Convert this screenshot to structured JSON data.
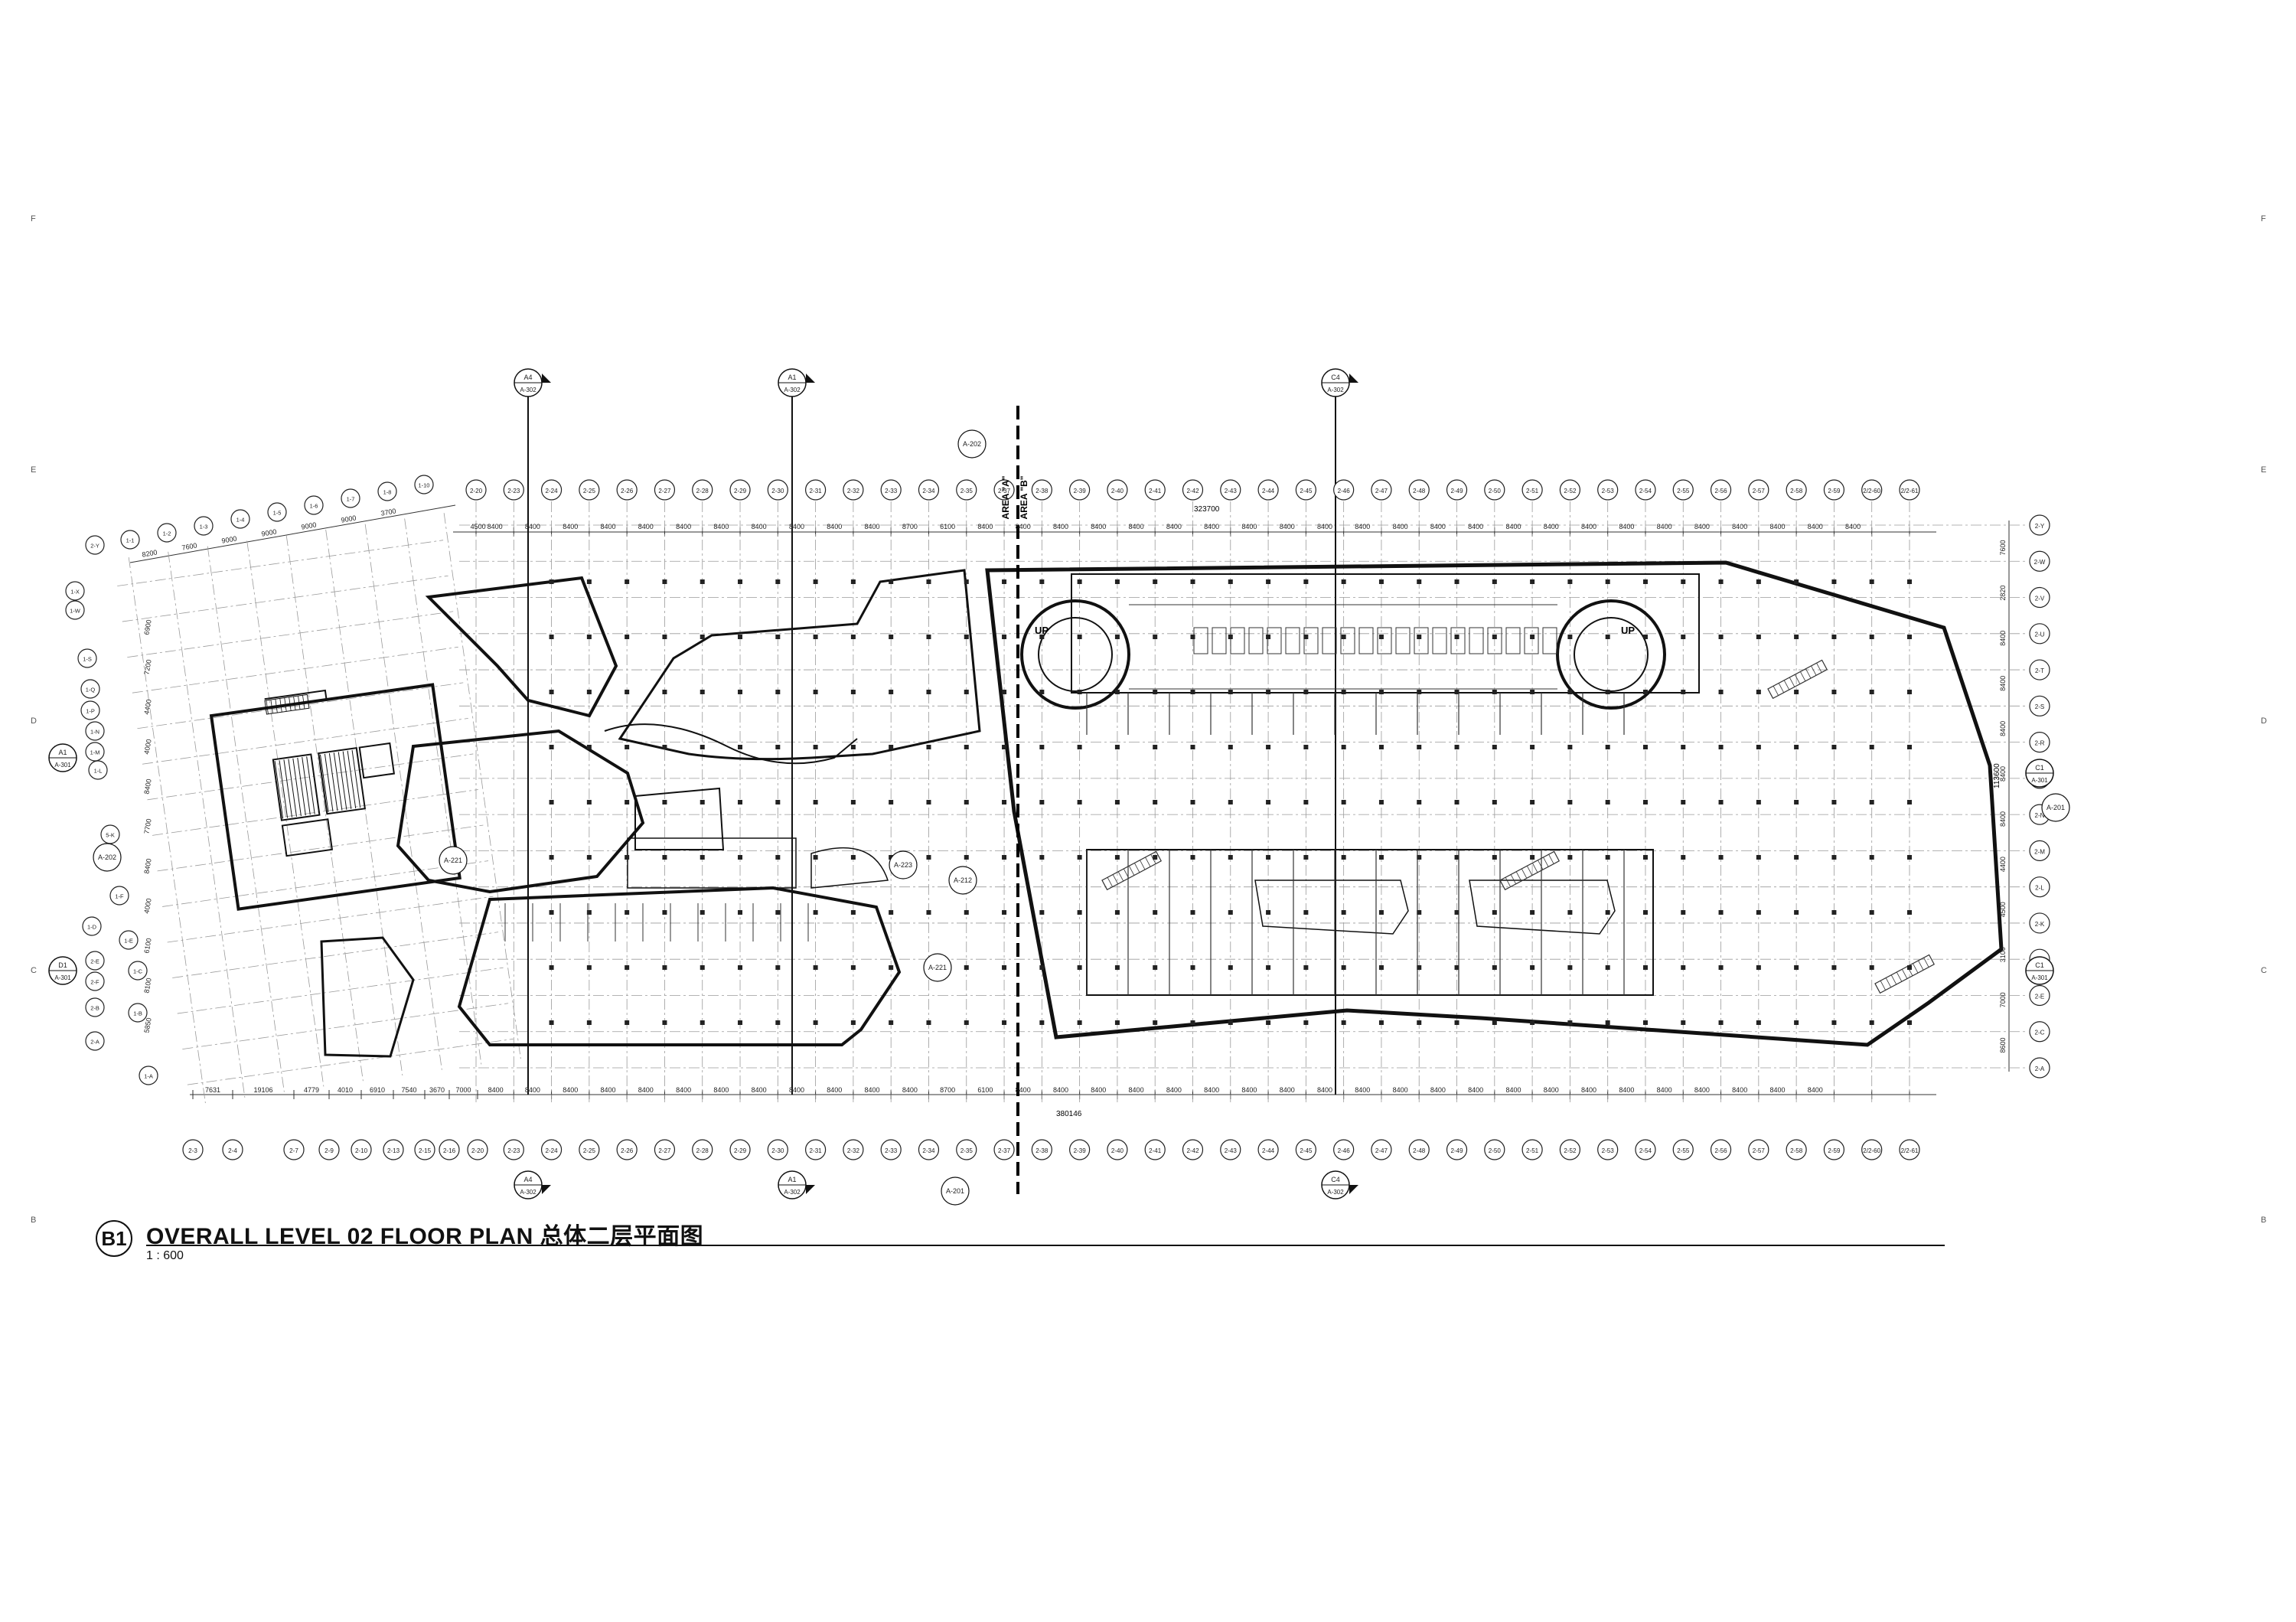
{
  "sheet": {
    "title": "OVERALL LEVEL 02 FLOOR PLAN 总体二层平面图",
    "view_id": "B1",
    "scale": "1 : 600",
    "border_marks": [
      "F",
      "E",
      "D",
      "C",
      "B"
    ]
  },
  "areas": {
    "a": "AREA \"A\"",
    "b": "AREA \"B\""
  },
  "labels": {
    "up": "UP",
    "total_width_top": "323700",
    "total_width_bottom": "380146",
    "total_height": "113600"
  },
  "grid": {
    "top_columns": [
      "2-20",
      "2-23",
      "2-24",
      "2-25",
      "2-26",
      "2-27",
      "2-28",
      "2-29",
      "2-30",
      "2-31",
      "2-32",
      "2-33",
      "2-34",
      "2-35",
      "2-37",
      "2-38",
      "2-39",
      "2-40",
      "2-41",
      "2-42",
      "2-43",
      "2-44",
      "2-45",
      "2-46",
      "2-47",
      "2-48",
      "2-49",
      "2-50",
      "2-51",
      "2-52",
      "2-53",
      "2-54",
      "2-55",
      "2-56",
      "2-57",
      "2-58",
      "2-59",
      "2/2-60",
      "2/2-61"
    ],
    "bottom_columns": [
      "2-3",
      "2-4",
      "2-7",
      "2-9",
      "2-10",
      "2-13",
      "2-15",
      "2-16",
      "2-20",
      "2-23",
      "2-24",
      "2-25",
      "2-26",
      "2-27",
      "2-28",
      "2-29",
      "2-30",
      "2-31",
      "2-32",
      "2-33",
      "2-34",
      "2-35",
      "2-37",
      "2-38",
      "2-39",
      "2-40",
      "2-41",
      "2-42",
      "2-43",
      "2-44",
      "2-45",
      "2-46",
      "2-47",
      "2-48",
      "2-49",
      "2-50",
      "2-51",
      "2-52",
      "2-53",
      "2-54",
      "2-55",
      "2-56",
      "2-57",
      "2-58",
      "2-59",
      "2/2-60",
      "2/2-61"
    ],
    "diag_columns": [
      "1-1",
      "1-2",
      "1-3",
      "1-4",
      "1-5",
      "1-6",
      "1-7",
      "1-8",
      "1-10"
    ],
    "left_rows": [
      "2-Y",
      "1-X",
      "1-W",
      "1-S",
      "1-Q",
      "1-P",
      "1-N",
      "1-M",
      "1-L",
      "5-K",
      "2-G",
      "1-F",
      "1-E",
      "2-E",
      "2-F",
      "2-B",
      "2-A",
      "1-D",
      "1-C",
      "1-B",
      "1-A"
    ],
    "right_rows": [
      "2-Y",
      "2-W",
      "2-V",
      "2-U",
      "2-T",
      "2-S",
      "2-R",
      "2-P",
      "2-N",
      "2-M",
      "2-L",
      "2-K",
      "2-J",
      "2-E",
      "2-C",
      "2-A"
    ],
    "top_dims": [
      "4500",
      "8400",
      "8400",
      "8400",
      "8400",
      "8400",
      "8400",
      "8400",
      "8400",
      "8400",
      "8400",
      "8400",
      "8700",
      "6100",
      "8400",
      "8400",
      "8400",
      "8400",
      "8400",
      "8400",
      "8400",
      "8400",
      "8400",
      "8400",
      "8400",
      "8400",
      "8400",
      "8400",
      "8400",
      "8400",
      "8400",
      "8400",
      "8400",
      "8400",
      "8400",
      "8400",
      "8400",
      "8400"
    ],
    "bottom_dims": [
      "7631",
      "19106",
      "4779",
      "4010",
      "6910",
      "7540",
      "3670",
      "7000",
      "8400",
      "8400",
      "8400",
      "8400",
      "8400",
      "8400",
      "8400",
      "8400",
      "8400",
      "8400",
      "8400",
      "8400",
      "8700",
      "6100",
      "8400",
      "8400",
      "8400",
      "8400",
      "8400",
      "8400",
      "8400",
      "8400",
      "8400",
      "8400",
      "8400",
      "8400",
      "8400",
      "8400",
      "8400",
      "8400",
      "8400",
      "8400",
      "8400",
      "8400",
      "8400",
      "8400"
    ],
    "diag_dims": [
      "8200",
      "7600",
      "9000",
      "9000",
      "9000",
      "9000",
      "3700"
    ],
    "right_dims": [
      "7600",
      "2820",
      "8400",
      "8400",
      "8400",
      "8400",
      "8400",
      "4400",
      "4500",
      "3100",
      "7000",
      "8600"
    ],
    "left_dims": [
      "6900",
      "7200",
      "4400",
      "4000",
      "8400",
      "7700",
      "8400",
      "4000",
      "6100",
      "8100",
      "5850"
    ]
  },
  "section_markers": [
    {
      "id": "A4",
      "sheet": "A-302"
    },
    {
      "id": "A1",
      "sheet": "A-302"
    },
    {
      "id": "C4",
      "sheet": "A-302"
    },
    {
      "id": "A4",
      "sheet": "A-302"
    },
    {
      "id": "A1",
      "sheet": "A-302"
    },
    {
      "id": "C4",
      "sheet": "A-302"
    }
  ],
  "side_markers": [
    {
      "id": "A1",
      "sheet": "A-301"
    },
    {
      "id": "D1",
      "sheet": "A-301"
    },
    {
      "id": "C1",
      "sheet": "A-301"
    },
    {
      "id": "C1",
      "sheet": "A-301"
    }
  ],
  "callouts": [
    "A-202",
    "A-221",
    "A-202",
    "A-223",
    "A-212",
    "A-221",
    "A-201",
    "A-201"
  ]
}
